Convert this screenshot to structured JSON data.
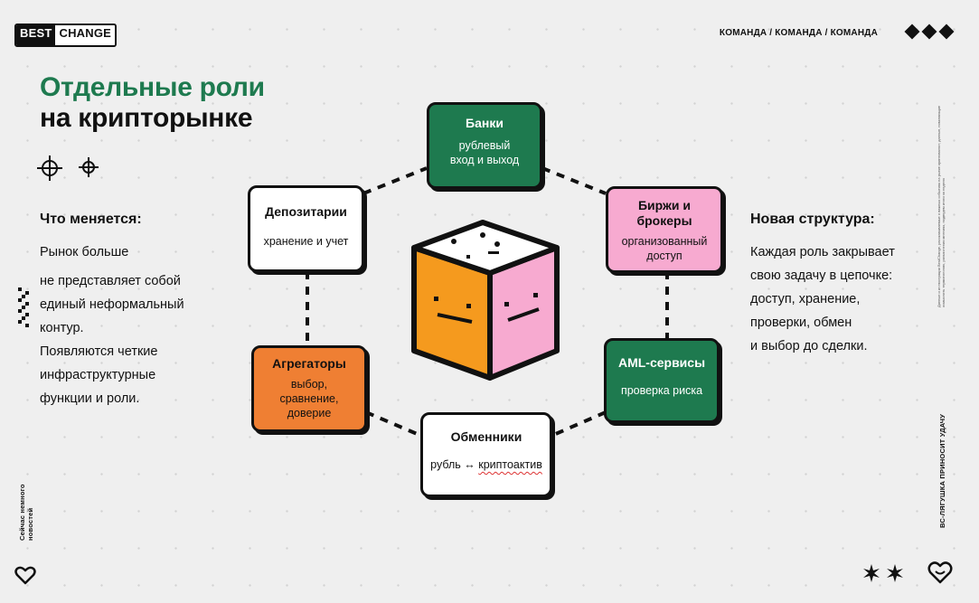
{
  "brand": {
    "part1": "BEST",
    "part2": "CHANGE"
  },
  "nav": {
    "path": "КОМАНДА / КОМАНДА / КОМАНДА"
  },
  "title": {
    "line1": "Отдельные роли",
    "line2": "на крипторынке"
  },
  "left": {
    "heading": "Что меняется:",
    "lines": [
      "Рынок больше",
      "не представляет собой",
      "единый неформальный",
      "контур.",
      "Появляются четкие",
      "инфраструктурные",
      "функции и роли."
    ]
  },
  "right": {
    "heading": "Новая структура:",
    "lines": [
      "Каждая роль закрывает",
      "свою задачу в цепочке:",
      "доступ, хранение,",
      "проверки, обмен",
      "и выбор до сделки."
    ]
  },
  "nodes": {
    "banks": {
      "title": "Банки",
      "sub1": "рублевый",
      "sub2": "вход и выход"
    },
    "exchanges": {
      "title1": "Биржи и",
      "title2": "брокеры",
      "sub1": "организованный",
      "sub2": "доступ"
    },
    "aml": {
      "title": "AML-сервисы",
      "sub": "проверка риска"
    },
    "exchangers": {
      "title": "Обменники",
      "sub_a": "рубль ↔ ",
      "sub_b": "криптоактив"
    },
    "aggregators": {
      "title": "Агрегаторы",
      "sub1": "выбор,",
      "sub2": "сравнение,",
      "sub3": "доверие"
    },
    "depositaries": {
      "title": "Депозитарии",
      "sub": "хранение и учет"
    }
  },
  "side_left_vertical": "Сейчас немного новостей",
  "side_right_vertical": "ВС-ЛЯГУШКА ПРИНОСИТ УДАЧУ",
  "disclaimer": "Данные и иллюстрации BestChange, рассказываемые о важных событиях на рынке криптовалют; данные, помогающие осмыслить терминологию, разъяснения мнениях, подведем итоги за неделю",
  "colors": {
    "green": "#1e7a4f",
    "pink": "#f7aad0",
    "orange": "#ef7f33",
    "cube_orange": "#f59a1e",
    "cube_pink": "#f7aad0"
  }
}
